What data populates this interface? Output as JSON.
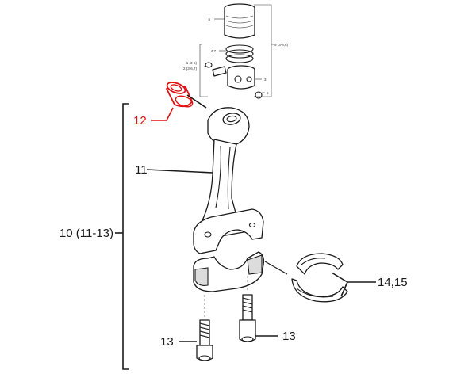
{
  "callouts": {
    "assembly_bracket": "10 (11-13)",
    "conrod": "11",
    "bushing": "12",
    "bolt_left": "13",
    "bolt_right": "13",
    "bearing_shells": "14,15"
  },
  "inset_callouts": {
    "liner": "6",
    "ring_set": "9 (3-8,6)",
    "rings": "4,7",
    "pin_circlip": "1 (3-5)",
    "pin": "2 (3-6,7)",
    "piston": "3",
    "circlip": "5"
  },
  "colors": {
    "highlight": "#e01010",
    "line": "#1a1a1a"
  }
}
